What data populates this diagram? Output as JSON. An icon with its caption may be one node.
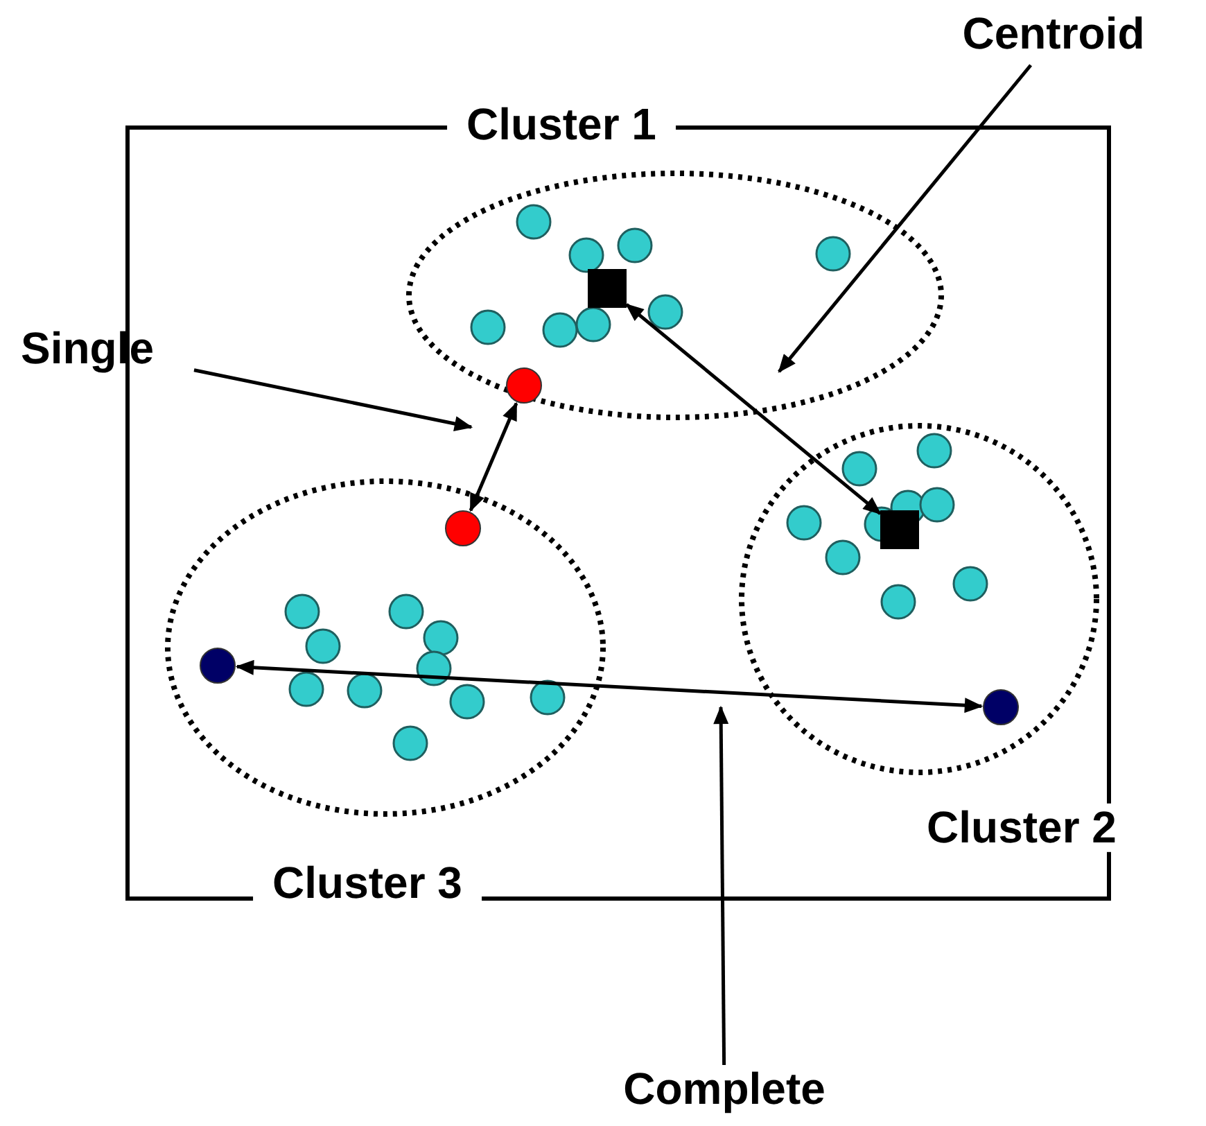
{
  "diagram": {
    "nodes": [
      {
        "text": [
          "Cluster 1"
        ]
      },
      {
        "text": [
          "Cluster 2"
        ]
      },
      {
        "text": [
          "Cluster 3"
        ]
      },
      {
        "text": [],
        "shape": "circle",
        "in": 0
      },
      {
        "text": [],
        "shape": "circle",
        "in": 2
      },
      {
        "text": [],
        "shape": "box",
        "in": 0
      },
      {
        "text": [],
        "shape": "box",
        "in": 1
      },
      {
        "text": [],
        "shape": "circle",
        "in": 2
      },
      {
        "text": [],
        "shape": "circle",
        "in": 1
      },
      {
        "text": [
          "Single"
        ]
      },
      {
        "text": [
          "Centroid"
        ]
      },
      {
        "text": [
          "Complete"
        ]
      }
    ],
    "edges": [
      {
        "from": 3,
        "to": 4,
        "arrow": "both"
      },
      {
        "from": 5,
        "to": 6,
        "arrow": "both"
      },
      {
        "from": 7,
        "to": 8,
        "arrow": "both"
      },
      {
        "from": 9,
        "to": null,
        "arrow": "to"
      },
      {
        "from": 10,
        "to": 0,
        "arrow": "to"
      },
      {
        "from": 11,
        "to": null,
        "arrow": "to"
      }
    ]
  }
}
